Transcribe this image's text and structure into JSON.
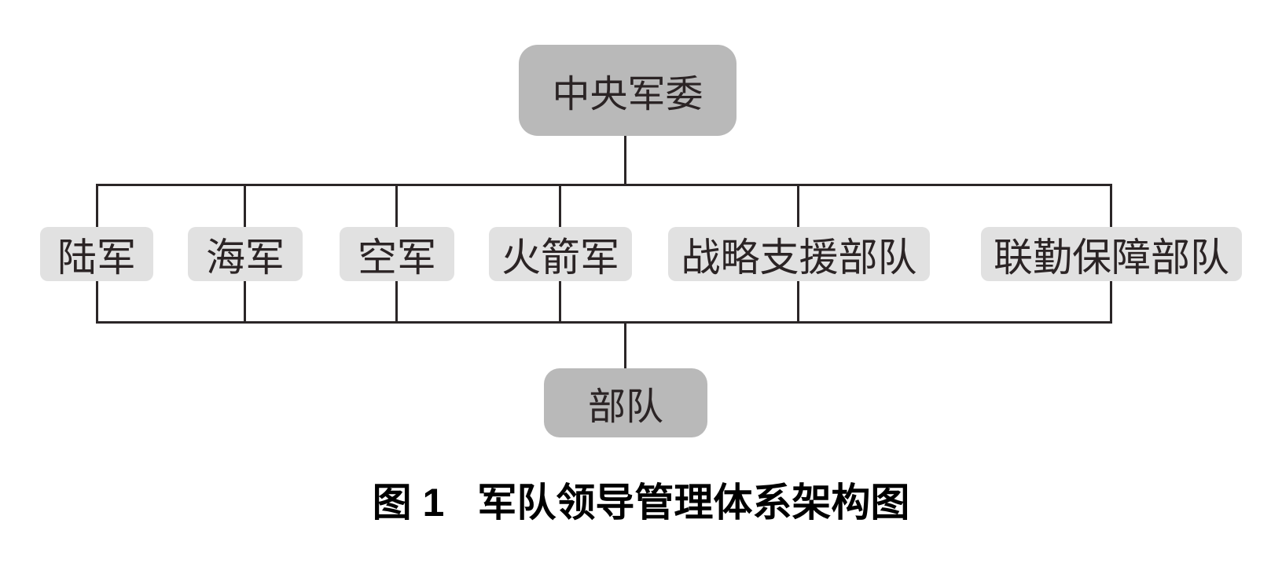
{
  "diagram": {
    "root": {
      "label": "中央军委"
    },
    "branches": [
      {
        "label": "陆军"
      },
      {
        "label": "海军"
      },
      {
        "label": "空军"
      },
      {
        "label": "火箭军"
      },
      {
        "label": "战略支援部队"
      },
      {
        "label": "联勤保障部队"
      }
    ],
    "subordinate": {
      "label": "部队"
    },
    "caption": {
      "label": "图 1",
      "title": "军队领导管理体系架构图"
    }
  },
  "colors": {
    "page_bg": "#ffffff",
    "primary_box_bg": "#b9b9b9",
    "branch_box_bg": "#e1e1e1",
    "connector_line": "#2b2627",
    "box_text": "#2b2425",
    "caption_text": "#000000"
  }
}
